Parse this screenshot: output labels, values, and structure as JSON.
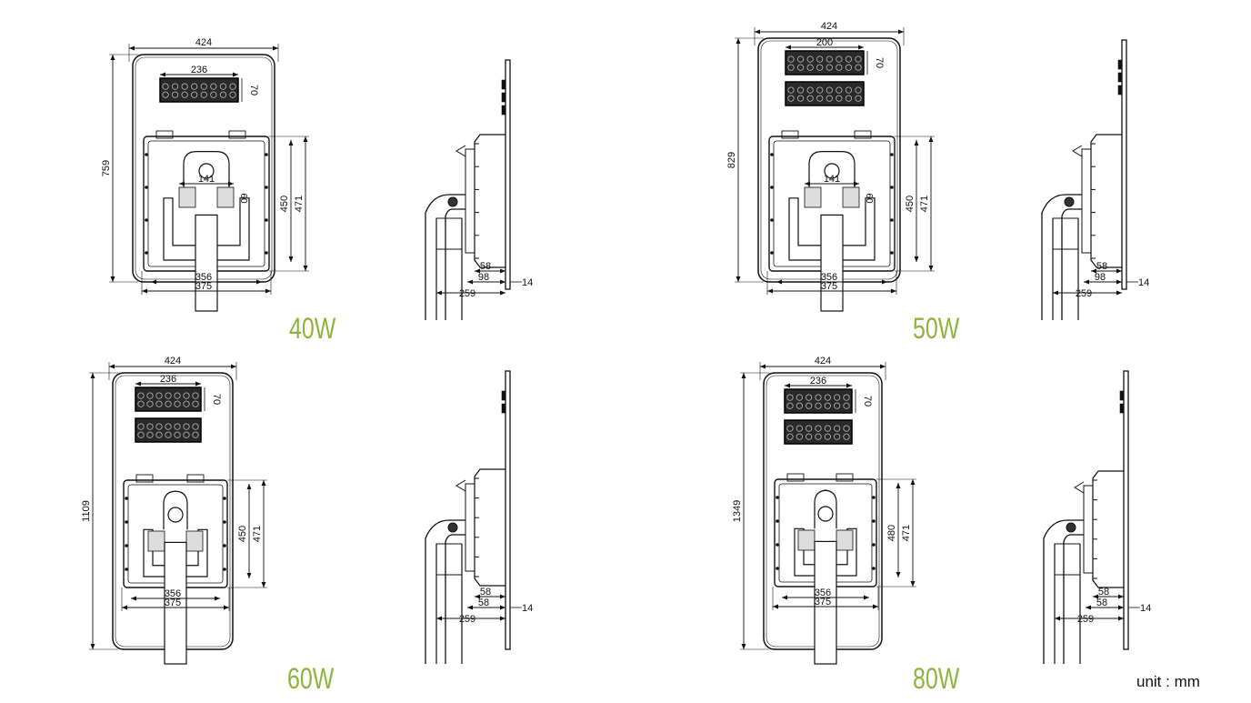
{
  "accent_color": "#8fb43a",
  "unit_label": "unit : mm",
  "models": [
    {
      "watt": "40W",
      "front": {
        "width": "424",
        "height": "759",
        "panel_width": "236",
        "panel_height": "70",
        "bracket_width": "141",
        "bracket_height": "60",
        "inner_h1": "450",
        "inner_h2": "471",
        "bottom1": "356",
        "bottom2": "375"
      },
      "side": {
        "d1": "58",
        "d2": "98",
        "d3": "14",
        "d4": "259"
      }
    },
    {
      "watt": "50W",
      "front": {
        "width": "424",
        "height": "829",
        "panel_width": "200",
        "panel_height": "70",
        "bracket_width": "141",
        "bracket_height": "60",
        "inner_h1": "450",
        "inner_h2": "471",
        "bottom1": "356",
        "bottom2": "375"
      },
      "side": {
        "d1": "58",
        "d2": "98",
        "d3": "14",
        "d4": "259"
      }
    },
    {
      "watt": "60W",
      "front": {
        "width": "424",
        "height": "1109",
        "panel_width": "236",
        "panel_height": "70",
        "inner_h1": "450",
        "inner_h2": "471",
        "bottom1": "356",
        "bottom2": "375"
      },
      "side": {
        "d1": "58",
        "d2": "58",
        "d3": "14",
        "d4": "259"
      }
    },
    {
      "watt": "80W",
      "front": {
        "width": "424",
        "height": "1349",
        "panel_width": "236",
        "panel_height": "70",
        "inner_h1": "480",
        "inner_h2": "471",
        "bottom1": "356",
        "bottom2": "375"
      },
      "side": {
        "d1": "58",
        "d2": "58",
        "d3": "14",
        "d4": "259"
      }
    }
  ]
}
